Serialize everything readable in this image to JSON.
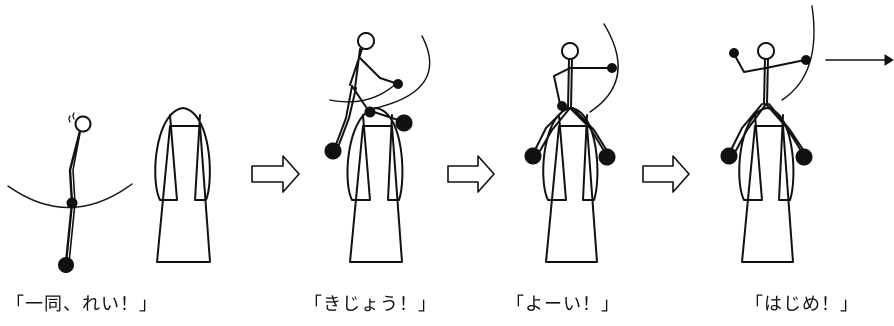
{
  "steps": [
    {
      "caption": "「一同、れい！」"
    },
    {
      "caption": "「きじょう！」"
    },
    {
      "caption": "「よーい！」"
    },
    {
      "caption": "「はじめ！」"
    }
  ],
  "colors": {
    "ink": "#111111",
    "background": "#ffffff"
  },
  "icons": [
    "stick-figure-icon",
    "vaulting-box-icon",
    "next-arrow-icon",
    "motion-arc-icon"
  ]
}
